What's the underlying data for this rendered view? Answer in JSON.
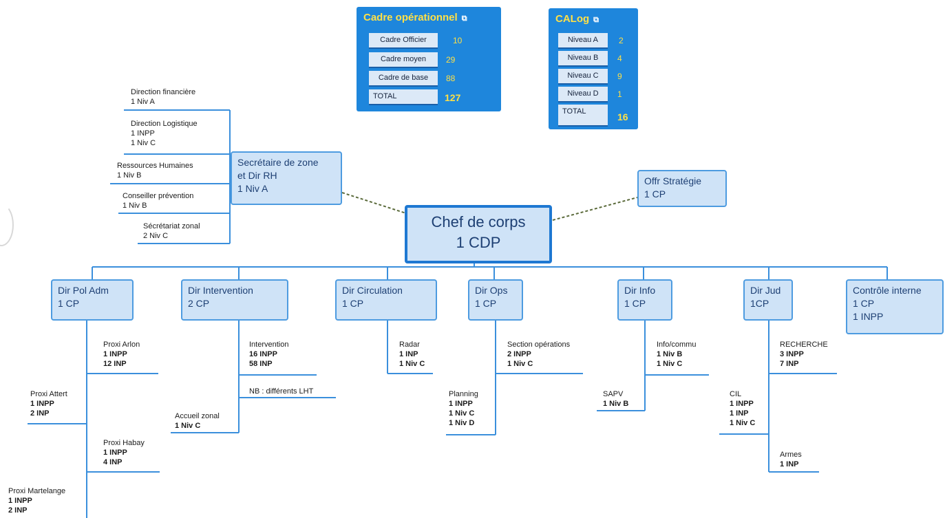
{
  "colors": {
    "box_fill": "#cfe3f7",
    "box_border": "#4d9be0",
    "line": "#3a8fdc",
    "panel": "#1e86dc",
    "panel_title": "#ffe046"
  },
  "panels": {
    "cadre": {
      "title": "Cadre opérationnel",
      "icon": "link-icon",
      "rows": [
        {
          "label": "Cadre Officier",
          "value": "10"
        },
        {
          "label": "Cadre moyen",
          "value": "29"
        },
        {
          "label": "Cadre de base",
          "value": "88"
        },
        {
          "label": "TOTAL",
          "value": "127"
        }
      ]
    },
    "calog": {
      "title": "CALog",
      "icon": "link-icon",
      "rows": [
        {
          "label": "Niveau A",
          "value": "2"
        },
        {
          "label": "Niveau B",
          "value": "4"
        },
        {
          "label": "Niveau C",
          "value": "9"
        },
        {
          "label": "Niveau D",
          "value": "1"
        },
        {
          "label": "TOTAL",
          "value": "16"
        }
      ]
    }
  },
  "chef": {
    "line1": "Chef de corps",
    "line2": "1 CDP"
  },
  "secretaire": {
    "line1": "Secrétaire de zone",
    "line2": "et Dir RH",
    "line3": "1 Niv A"
  },
  "strategie": {
    "line1": "Offr Stratégie",
    "line2": "1 CP"
  },
  "sec_children": {
    "financiere": {
      "l1": "Direction financière",
      "l2": "1 Niv A"
    },
    "logistique": {
      "l1": "Direction Logistique",
      "l2": "1 INPP",
      "l3": "1 Niv C"
    },
    "rh": {
      "l1": "Ressources Humaines",
      "l2": "1 Niv B"
    },
    "prevention": {
      "l1": "Conseiller prévention",
      "l2": "1 Niv B"
    },
    "secretariat": {
      "l1": "Sécrétariat zonal",
      "l2": "2 Niv C"
    }
  },
  "directions": {
    "pol_adm": {
      "l1": "Dir Pol Adm",
      "l2": "1 CP"
    },
    "intervention": {
      "l1": "Dir Intervention",
      "l2": "2 CP"
    },
    "circulation": {
      "l1": "Dir Circulation",
      "l2": "1 CP"
    },
    "ops": {
      "l1": "Dir Ops",
      "l2": "1 CP"
    },
    "info": {
      "l1": "Dir Info",
      "l2": "1 CP"
    },
    "jud": {
      "l1": "Dir Jud",
      "l2": "1CP"
    },
    "controle": {
      "l1": "Contrôle interne",
      "l2": "1 CP",
      "l3": "1 INPP"
    }
  },
  "subunits": {
    "proxi_arlon": {
      "l1": "Proxi Arlon",
      "l2": "1 INPP",
      "l3": "12 INP"
    },
    "proxi_attert": {
      "l1": "Proxi Attert",
      "l2": "1 INPP",
      "l3": "2 INP"
    },
    "proxi_habay": {
      "l1": "Proxi Habay",
      "l2": "1 INPP",
      "l3": "4 INP"
    },
    "proxi_martelange": {
      "l1": "Proxi Martelange",
      "l2": "1 INPP",
      "l3": "2 INP"
    },
    "intervention": {
      "l1": "Intervention",
      "l2": "16 INPP",
      "l3": "58 INP"
    },
    "nb": {
      "l1": "NB : différents LHT"
    },
    "accueil": {
      "l1": "Accueil zonal",
      "l2": "1 Niv C"
    },
    "radar": {
      "l1": "Radar",
      "l2": "1 INP",
      "l3": "1 Niv C"
    },
    "section_ops": {
      "l1": "Section opérations",
      "l2": "2 INPP",
      "l3": "1 Niv C"
    },
    "planning": {
      "l1": "Planning",
      "l2": "1 INPP",
      "l3": "1 Niv C",
      "l4": "1 Niv D"
    },
    "info_commu": {
      "l1": "Info/commu",
      "l2": "1 Niv B",
      "l3": "1 Niv C"
    },
    "sapv": {
      "l1": "SAPV",
      "l2": "1 Niv B"
    },
    "recherche": {
      "l1": "RECHERCHE",
      "l2": "3 INPP",
      "l3": "7 INP"
    },
    "cil": {
      "l1": "CIL",
      "l2": "1 INPP",
      "l3": "1 INP",
      "l4": "1 Niv C"
    },
    "armes": {
      "l1": "Armes",
      "l2": "1 INP"
    }
  }
}
